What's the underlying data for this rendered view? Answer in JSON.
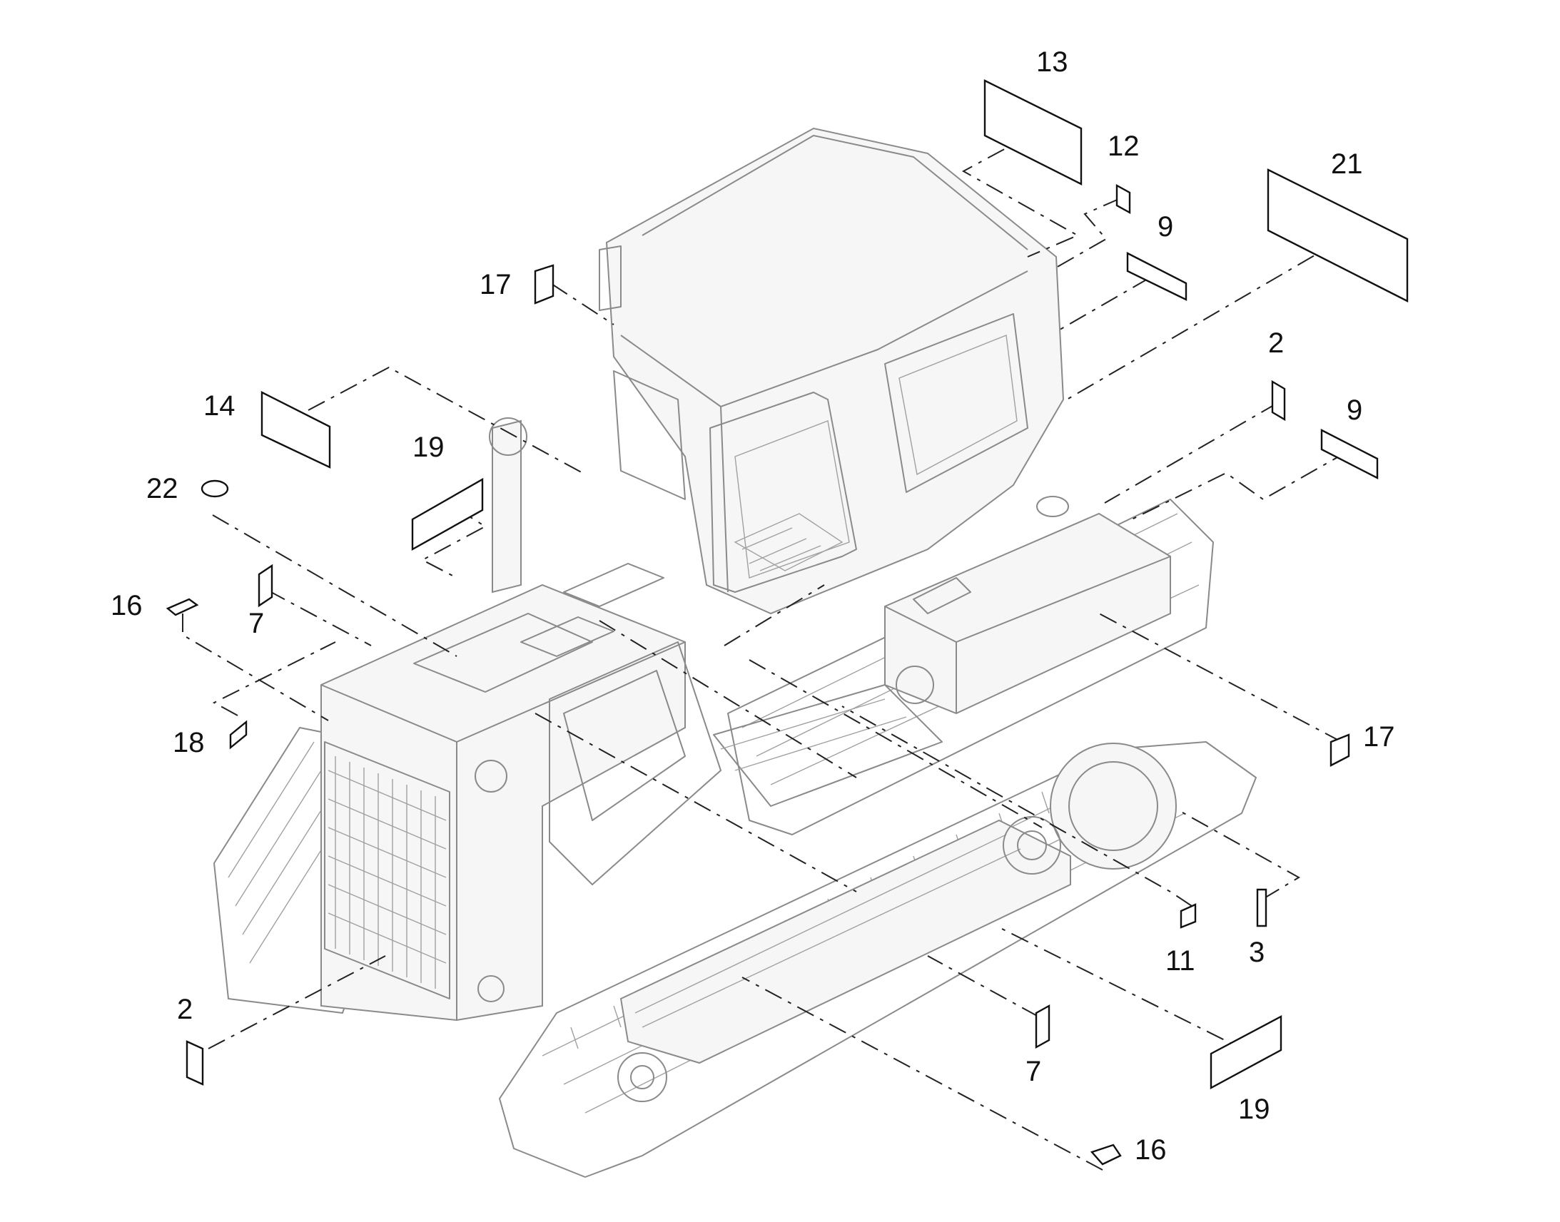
{
  "callouts": [
    {
      "id": "c13",
      "label": "13"
    },
    {
      "id": "c12",
      "label": "12"
    },
    {
      "id": "c21",
      "label": "21"
    },
    {
      "id": "c9a",
      "label": "9"
    },
    {
      "id": "c17a",
      "label": "17"
    },
    {
      "id": "c2a",
      "label": "2"
    },
    {
      "id": "c9b",
      "label": "9"
    },
    {
      "id": "c14",
      "label": "14"
    },
    {
      "id": "c19a",
      "label": "19"
    },
    {
      "id": "c22",
      "label": "22"
    },
    {
      "id": "c16a",
      "label": "16"
    },
    {
      "id": "c7a",
      "label": "7"
    },
    {
      "id": "c18",
      "label": "18"
    },
    {
      "id": "c17b",
      "label": "17"
    },
    {
      "id": "c11",
      "label": "11"
    },
    {
      "id": "c3",
      "label": "3"
    },
    {
      "id": "c2b",
      "label": "2"
    },
    {
      "id": "c7b",
      "label": "7"
    },
    {
      "id": "c19b",
      "label": "19"
    },
    {
      "id": "c16b",
      "label": "16"
    }
  ],
  "colors": {
    "line": "#111111",
    "machine": "#8a8a8a",
    "background": "#ffffff"
  }
}
